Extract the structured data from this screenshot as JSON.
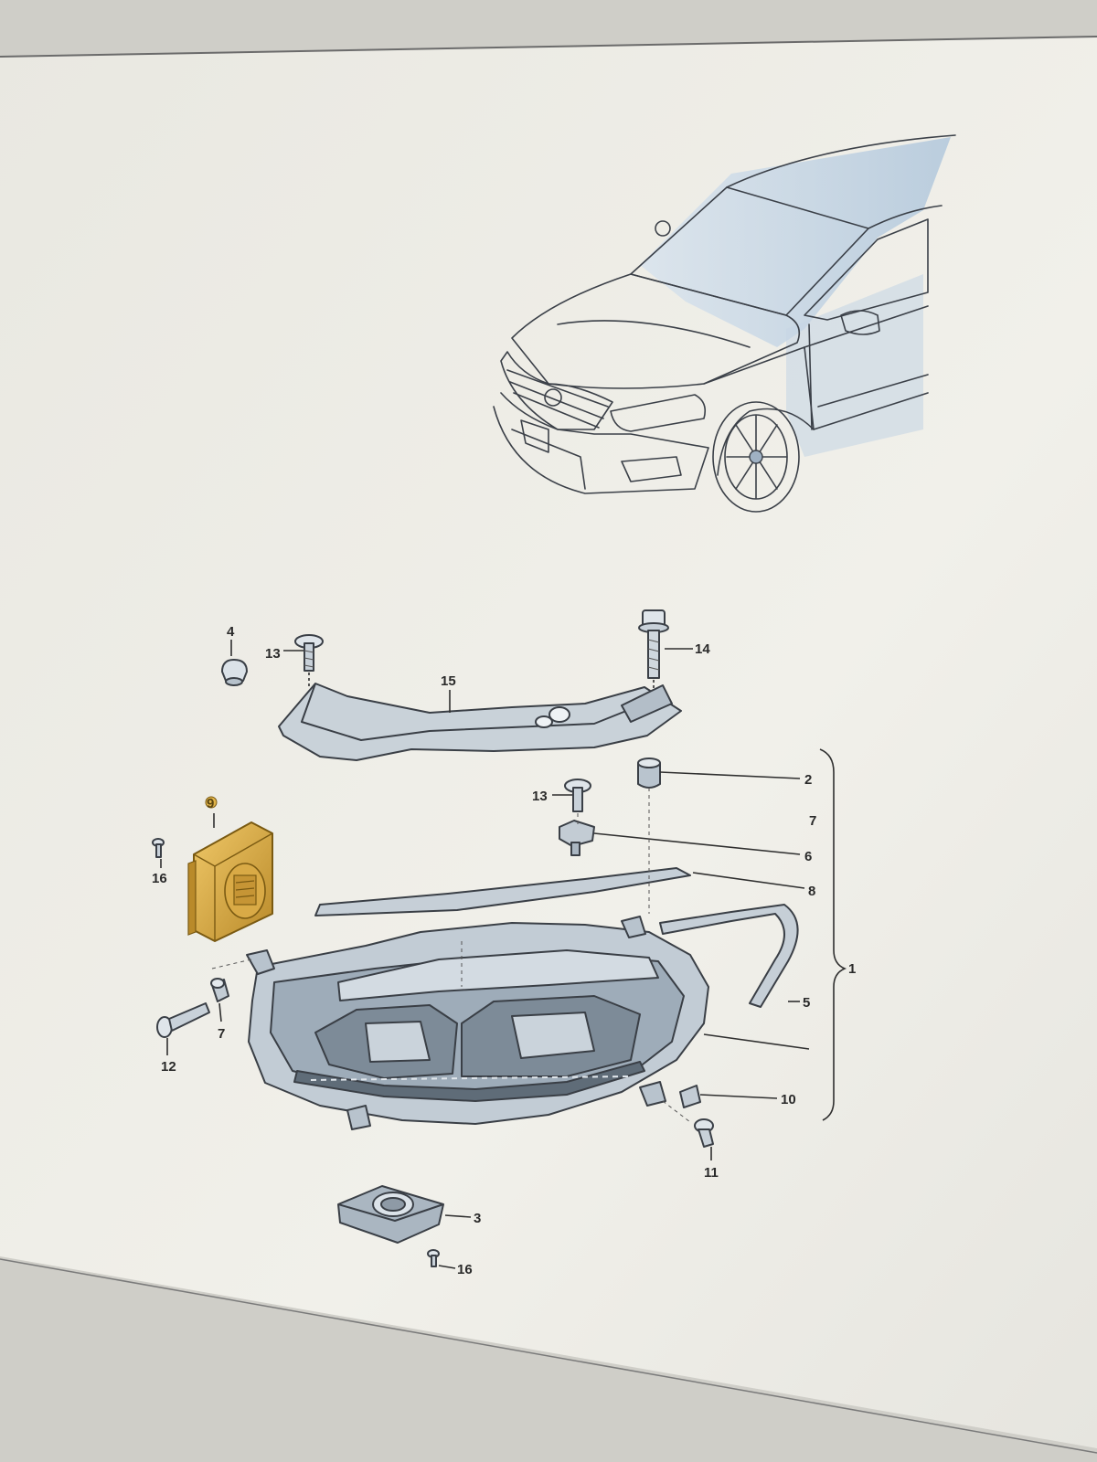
{
  "diagram": {
    "callouts": [
      {
        "id": "1",
        "label": "1"
      },
      {
        "id": "2",
        "label": "2"
      },
      {
        "id": "3",
        "label": "3"
      },
      {
        "id": "4",
        "label": "4"
      },
      {
        "id": "5",
        "label": "5"
      },
      {
        "id": "6",
        "label": "6"
      },
      {
        "id": "7a",
        "label": "7"
      },
      {
        "id": "7b",
        "label": "7"
      },
      {
        "id": "8",
        "label": "8"
      },
      {
        "id": "9",
        "label": "9"
      },
      {
        "id": "10",
        "label": "10"
      },
      {
        "id": "11",
        "label": "11"
      },
      {
        "id": "12",
        "label": "12"
      },
      {
        "id": "13a",
        "label": "13"
      },
      {
        "id": "13b",
        "label": "13"
      },
      {
        "id": "14",
        "label": "14"
      },
      {
        "id": "15",
        "label": "15"
      },
      {
        "id": "16a",
        "label": "16"
      },
      {
        "id": "16b",
        "label": "16"
      }
    ],
    "colors": {
      "paper": "#efeee8",
      "car_tint": "#b7cde2",
      "part_fill": "#c5ced6",
      "part_dark": "#8e9aa6",
      "highlight": "#e0b44a",
      "highlight_dark": "#a77e22"
    }
  }
}
